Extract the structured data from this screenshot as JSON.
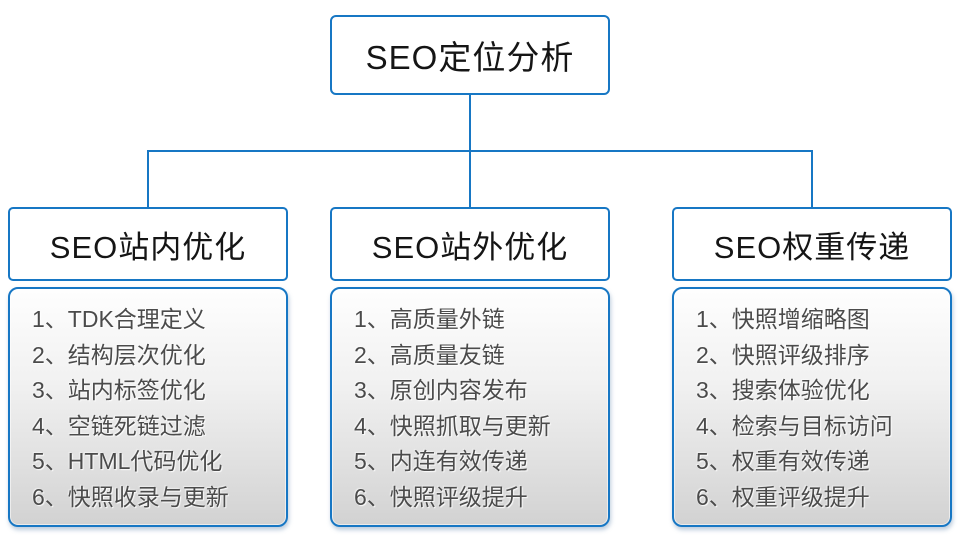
{
  "root": {
    "title": "SEO定位分析"
  },
  "colors": {
    "accent_blue": "#1777c4",
    "header_text": "#151515",
    "list_text": "#4b4b4b",
    "list_gradient_top": "#fefefe",
    "list_gradient_bottom": "#d2d2d2"
  },
  "columns": [
    {
      "title": "SEO站内优化",
      "items": [
        "1、TDK合理定义",
        "2、结构层次优化",
        "3、站内标签优化",
        "4、空链死链过滤",
        "5、HTML代码优化",
        "6、快照收录与更新"
      ]
    },
    {
      "title": "SEO站外优化",
      "items": [
        "1、高质量外链",
        "2、高质量友链",
        "3、原创内容发布",
        "4、快照抓取与更新",
        "5、内连有效传递",
        "6、快照评级提升"
      ]
    },
    {
      "title": "SEO权重传递",
      "items": [
        "1、快照增缩略图",
        "2、快照评级排序",
        "3、搜索体验优化",
        "4、检索与目标访问",
        "5、权重有效传递",
        "6、权重评级提升"
      ]
    }
  ]
}
